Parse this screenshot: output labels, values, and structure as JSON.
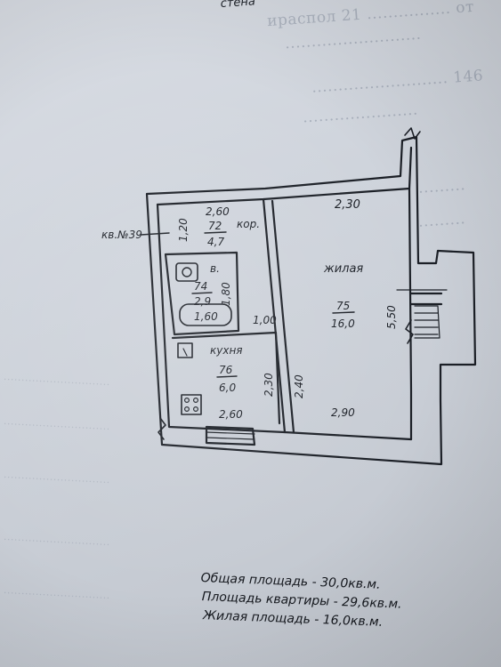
{
  "header_fragment": "стена",
  "apartment_label": "кв.№39",
  "rooms": {
    "corridor": {
      "name": "кор.",
      "dimension": "2,60",
      "number": "72",
      "area": "4,7",
      "side": "1,20"
    },
    "bathroom": {
      "name": "в.",
      "number": "74",
      "area": "2,9",
      "side": "1,80",
      "tub": "1,60"
    },
    "living": {
      "name": "жилая",
      "dimension_top": "2,30",
      "number": "75",
      "area": "16,0",
      "side": "5,50",
      "dimension_bottom": "2,90",
      "inner_side": "2,40"
    },
    "kitchen": {
      "name": "кухня",
      "number": "76",
      "area": "6,0",
      "side": "2,30",
      "dimension_top": "1,00",
      "dimension_bottom": "2,60"
    }
  },
  "summary": {
    "total": "Общая площадь - 30,0кв.м.",
    "apartment": "Площадь квартиры - 29,6кв.м.",
    "living": "Жилая площадь - 16,0кв.м."
  },
  "colors": {
    "ink": "#1b1f26",
    "paper": "#d0d5dd",
    "bleed_text": "#8a93a3"
  }
}
